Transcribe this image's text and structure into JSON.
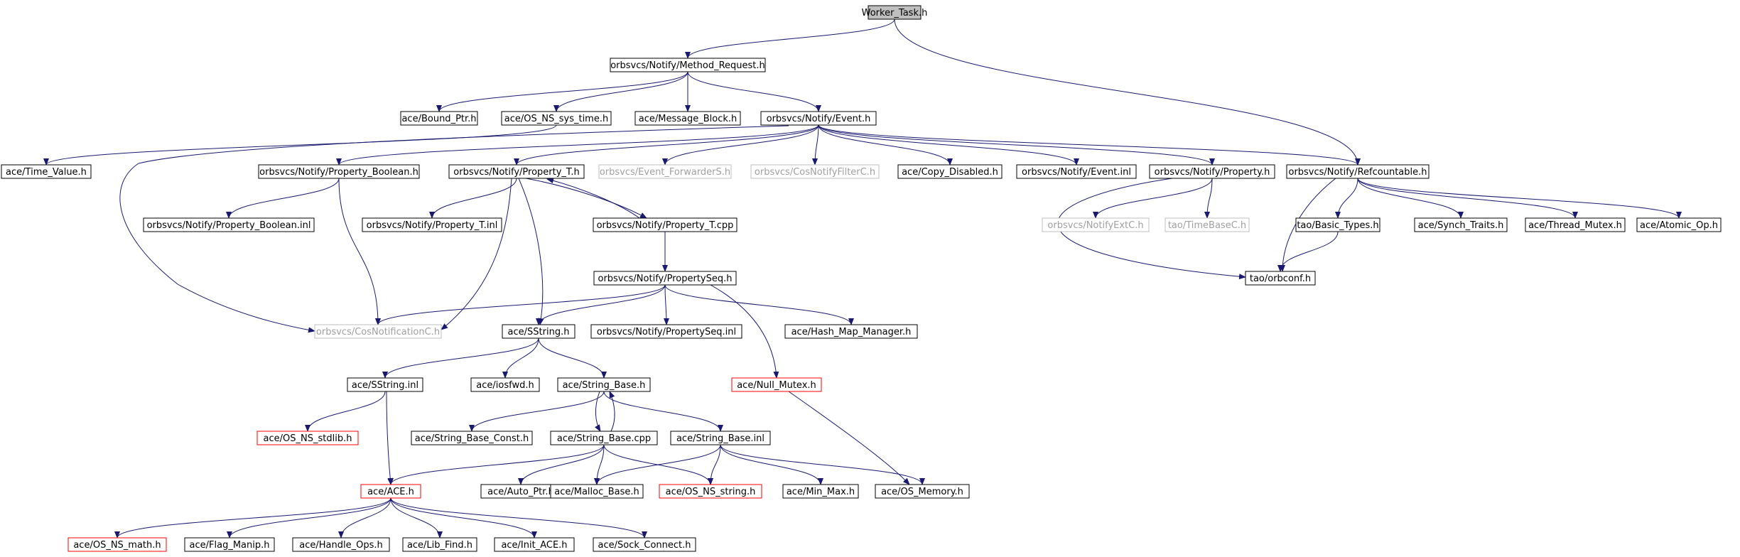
{
  "colors": {
    "edge": "#191970",
    "border_default": "#000000",
    "border_missing": "#bfbfbf",
    "border_truncated": "#ff0000",
    "root_fill": "#bfbfbf",
    "fill": "#ffffff"
  },
  "nodes": [
    {
      "id": "worker_task_h",
      "label": "Worker_Task.h",
      "style": "root"
    },
    {
      "id": "method_request_h",
      "label": "orbsvcs/Notify/Method_Request.h",
      "style": "normal"
    },
    {
      "id": "refcountable_h",
      "label": "orbsvcs/Notify/Refcountable.h",
      "style": "normal"
    },
    {
      "id": "bound_ptr_h",
      "label": "ace/Bound_Ptr.h",
      "style": "normal"
    },
    {
      "id": "os_ns_sys_time_h",
      "label": "ace/OS_NS_sys_time.h",
      "style": "normal"
    },
    {
      "id": "message_block_h",
      "label": "ace/Message_Block.h",
      "style": "normal"
    },
    {
      "id": "event_h",
      "label": "orbsvcs/Notify/Event.h",
      "style": "normal"
    },
    {
      "id": "time_value_h",
      "label": "ace/Time_Value.h",
      "style": "normal"
    },
    {
      "id": "property_boolean_h",
      "label": "orbsvcs/Notify/Property_Boolean.h",
      "style": "normal"
    },
    {
      "id": "property_t_h",
      "label": "orbsvcs/Notify/Property_T.h",
      "style": "normal"
    },
    {
      "id": "event_forwarders_h",
      "label": "orbsvcs/Event_ForwarderS.h",
      "style": "missing"
    },
    {
      "id": "cosnotifyfilterc_h",
      "label": "orbsvcs/CosNotifyFilterC.h",
      "style": "missing"
    },
    {
      "id": "copy_disabled_h",
      "label": "ace/Copy_Disabled.h",
      "style": "normal"
    },
    {
      "id": "event_inl",
      "label": "orbsvcs/Notify/Event.inl",
      "style": "normal"
    },
    {
      "id": "property_h",
      "label": "orbsvcs/Notify/Property.h",
      "style": "normal"
    },
    {
      "id": "property_boolean_inl",
      "label": "orbsvcs/Notify/Property_Boolean.inl",
      "style": "normal"
    },
    {
      "id": "property_t_inl",
      "label": "orbsvcs/Notify/Property_T.inl",
      "style": "normal"
    },
    {
      "id": "property_t_cpp",
      "label": "orbsvcs/Notify/Property_T.cpp",
      "style": "normal"
    },
    {
      "id": "notifyextc_h",
      "label": "orbsvcs/NotifyExtC.h",
      "style": "missing"
    },
    {
      "id": "timebasec_h",
      "label": "tao/TimeBaseC.h",
      "style": "missing"
    },
    {
      "id": "basic_types_h",
      "label": "tao/Basic_Types.h",
      "style": "normal"
    },
    {
      "id": "synch_traits_h",
      "label": "ace/Synch_Traits.h",
      "style": "normal"
    },
    {
      "id": "thread_mutex_h",
      "label": "ace/Thread_Mutex.h",
      "style": "normal"
    },
    {
      "id": "atomic_op_h",
      "label": "ace/Atomic_Op.h",
      "style": "normal"
    },
    {
      "id": "propertyseq_h",
      "label": "orbsvcs/Notify/PropertySeq.h",
      "style": "normal"
    },
    {
      "id": "orbconf_h",
      "label": "tao/orbconf.h",
      "style": "normal"
    },
    {
      "id": "cosnotificationc_h",
      "label": "orbsvcs/CosNotificationC.h",
      "style": "missing"
    },
    {
      "id": "sstring_h",
      "label": "ace/SString.h",
      "style": "normal"
    },
    {
      "id": "propertyseq_inl",
      "label": "orbsvcs/Notify/PropertySeq.inl",
      "style": "normal"
    },
    {
      "id": "hash_map_manager_h",
      "label": "ace/Hash_Map_Manager.h",
      "style": "normal"
    },
    {
      "id": "sstring_inl",
      "label": "ace/SString.inl",
      "style": "normal"
    },
    {
      "id": "iosfwd_h",
      "label": "ace/iosfwd.h",
      "style": "normal"
    },
    {
      "id": "string_base_h",
      "label": "ace/String_Base.h",
      "style": "normal"
    },
    {
      "id": "null_mutex_h",
      "label": "ace/Null_Mutex.h",
      "style": "truncated"
    },
    {
      "id": "os_ns_stdlib_h",
      "label": "ace/OS_NS_stdlib.h",
      "style": "truncated"
    },
    {
      "id": "string_base_const_h",
      "label": "ace/String_Base_Const.h",
      "style": "normal"
    },
    {
      "id": "string_base_cpp",
      "label": "ace/String_Base.cpp",
      "style": "normal"
    },
    {
      "id": "string_base_inl",
      "label": "ace/String_Base.inl",
      "style": "normal"
    },
    {
      "id": "ace_h",
      "label": "ace/ACE.h",
      "style": "truncated"
    },
    {
      "id": "auto_ptr_h",
      "label": "ace/Auto_Ptr.h",
      "style": "normal"
    },
    {
      "id": "malloc_base_h",
      "label": "ace/Malloc_Base.h",
      "style": "normal"
    },
    {
      "id": "os_ns_string_h",
      "label": "ace/OS_NS_string.h",
      "style": "truncated"
    },
    {
      "id": "min_max_h",
      "label": "ace/Min_Max.h",
      "style": "normal"
    },
    {
      "id": "os_memory_h",
      "label": "ace/OS_Memory.h",
      "style": "normal"
    },
    {
      "id": "os_ns_math_h",
      "label": "ace/OS_NS_math.h",
      "style": "truncated"
    },
    {
      "id": "flag_manip_h",
      "label": "ace/Flag_Manip.h",
      "style": "normal"
    },
    {
      "id": "handle_ops_h",
      "label": "ace/Handle_Ops.h",
      "style": "normal"
    },
    {
      "id": "lib_find_h",
      "label": "ace/Lib_Find.h",
      "style": "normal"
    },
    {
      "id": "init_ace_h",
      "label": "ace/Init_ACE.h",
      "style": "normal"
    },
    {
      "id": "sock_connect_h",
      "label": "ace/Sock_Connect.h",
      "style": "normal"
    }
  ],
  "edges": [
    [
      "worker_task_h",
      "method_request_h"
    ],
    [
      "worker_task_h",
      "refcountable_h"
    ],
    [
      "method_request_h",
      "bound_ptr_h"
    ],
    [
      "method_request_h",
      "os_ns_sys_time_h"
    ],
    [
      "method_request_h",
      "message_block_h"
    ],
    [
      "method_request_h",
      "event_h"
    ],
    [
      "os_ns_sys_time_h",
      "time_value_h"
    ],
    [
      "event_h",
      "property_boolean_h"
    ],
    [
      "event_h",
      "property_t_h"
    ],
    [
      "event_h",
      "event_forwarders_h"
    ],
    [
      "event_h",
      "cosnotifyfilterc_h"
    ],
    [
      "event_h",
      "copy_disabled_h"
    ],
    [
      "event_h",
      "event_inl"
    ],
    [
      "event_h",
      "property_h"
    ],
    [
      "event_h",
      "refcountable_h"
    ],
    [
      "event_h",
      "cosnotificationc_h"
    ],
    [
      "property_boolean_h",
      "property_boolean_inl"
    ],
    [
      "property_boolean_h",
      "cosnotificationc_h"
    ],
    [
      "property_t_h",
      "property_t_inl"
    ],
    [
      "property_t_h",
      "property_t_cpp"
    ],
    [
      "property_t_h",
      "cosnotificationc_h"
    ],
    [
      "property_t_h",
      "sstring_h"
    ],
    [
      "property_t_cpp",
      "property_t_h"
    ],
    [
      "property_t_cpp",
      "propertyseq_h"
    ],
    [
      "property_h",
      "notifyextc_h"
    ],
    [
      "property_h",
      "timebasec_h"
    ],
    [
      "property_h",
      "orbconf_h"
    ],
    [
      "refcountable_h",
      "basic_types_h"
    ],
    [
      "refcountable_h",
      "synch_traits_h"
    ],
    [
      "refcountable_h",
      "thread_mutex_h"
    ],
    [
      "refcountable_h",
      "atomic_op_h"
    ],
    [
      "refcountable_h",
      "orbconf_h"
    ],
    [
      "basic_types_h",
      "orbconf_h"
    ],
    [
      "propertyseq_h",
      "cosnotificationc_h"
    ],
    [
      "propertyseq_h",
      "sstring_h"
    ],
    [
      "propertyseq_h",
      "propertyseq_inl"
    ],
    [
      "propertyseq_h",
      "hash_map_manager_h"
    ],
    [
      "propertyseq_h",
      "null_mutex_h"
    ],
    [
      "sstring_h",
      "sstring_inl"
    ],
    [
      "sstring_h",
      "iosfwd_h"
    ],
    [
      "sstring_h",
      "string_base_h"
    ],
    [
      "sstring_inl",
      "os_ns_stdlib_h"
    ],
    [
      "sstring_inl",
      "ace_h"
    ],
    [
      "string_base_h",
      "string_base_const_h"
    ],
    [
      "string_base_h",
      "string_base_cpp"
    ],
    [
      "string_base_h",
      "string_base_inl"
    ],
    [
      "string_base_cpp",
      "string_base_h"
    ],
    [
      "string_base_cpp",
      "ace_h"
    ],
    [
      "string_base_cpp",
      "auto_ptr_h"
    ],
    [
      "string_base_cpp",
      "malloc_base_h"
    ],
    [
      "string_base_cpp",
      "os_ns_string_h"
    ],
    [
      "string_base_inl",
      "malloc_base_h"
    ],
    [
      "string_base_inl",
      "os_ns_string_h"
    ],
    [
      "string_base_inl",
      "min_max_h"
    ],
    [
      "string_base_inl",
      "os_memory_h"
    ],
    [
      "null_mutex_h",
      "os_memory_h"
    ],
    [
      "ace_h",
      "os_ns_math_h"
    ],
    [
      "ace_h",
      "flag_manip_h"
    ],
    [
      "ace_h",
      "handle_ops_h"
    ],
    [
      "ace_h",
      "lib_find_h"
    ],
    [
      "ace_h",
      "init_ace_h"
    ],
    [
      "ace_h",
      "sock_connect_h"
    ]
  ]
}
